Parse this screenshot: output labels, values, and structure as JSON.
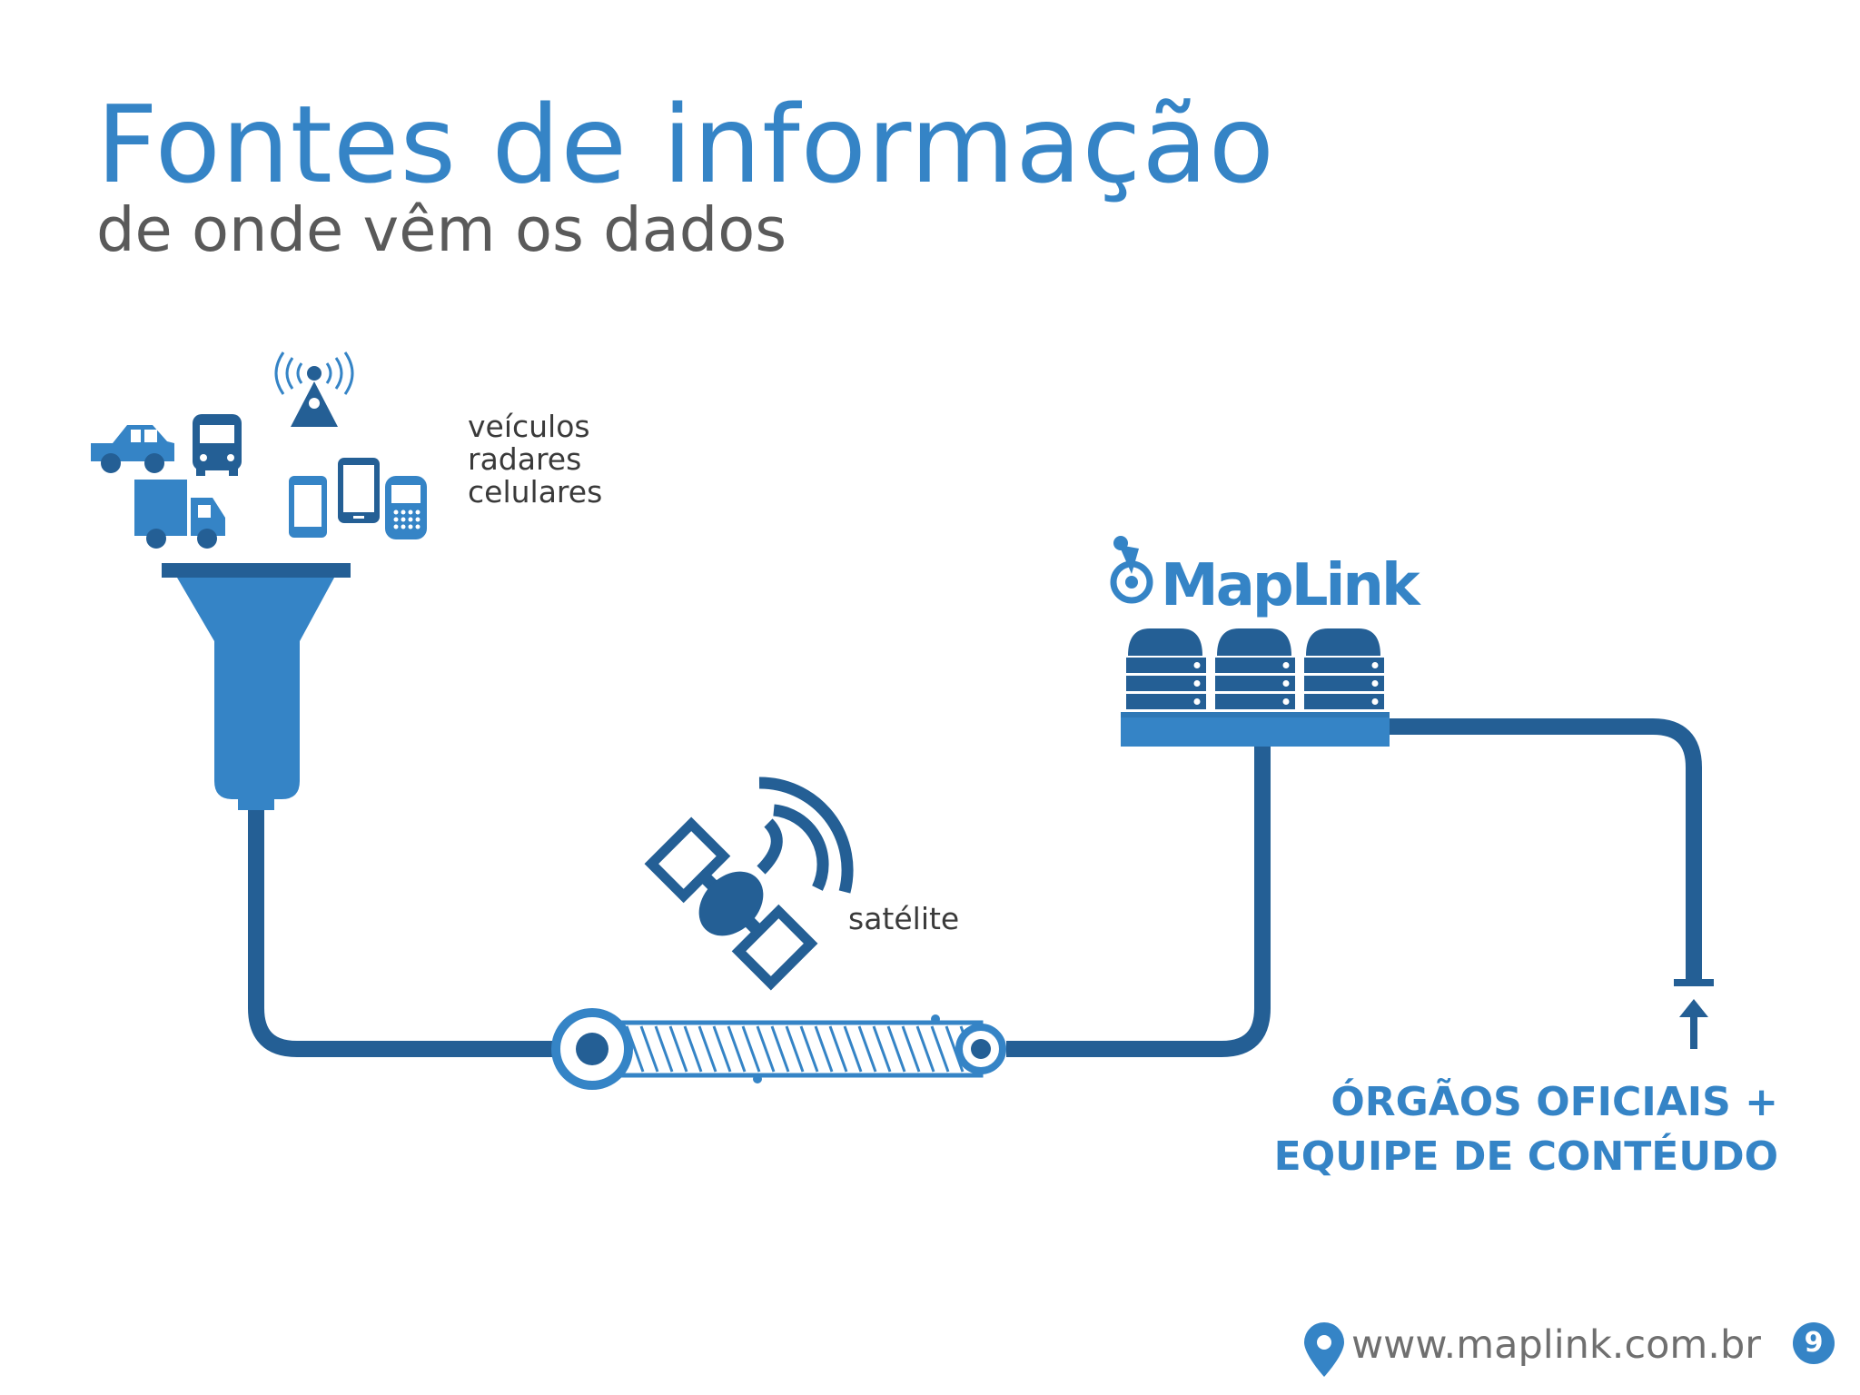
{
  "header": {
    "title": "Fontes de informação",
    "subtitle": "de onde vêm os dados"
  },
  "sources": {
    "labels": [
      "veículos",
      "radares",
      "celulares"
    ]
  },
  "satellite": {
    "label": "satélite"
  },
  "brand": {
    "name": "MapLink"
  },
  "official": {
    "line1": "ÓRGÃOS OFICIAIS +",
    "line2": "EQUIPE DE CONTÉUDO"
  },
  "footer": {
    "url": "www.maplink.com.br",
    "page_number": "9"
  },
  "colors": {
    "primary_blue": "#3584c6",
    "dark_blue": "#245f95",
    "text_gray": "#5a5a5a"
  },
  "icons": [
    "car-icon",
    "bus-icon",
    "truck-icon",
    "antenna-icon",
    "phone-icon",
    "smartphone-icon",
    "blackberry-icon",
    "satellite-icon",
    "maplink-logo-icon",
    "server-icon",
    "location-pin-icon",
    "arrow-up-icon"
  ]
}
